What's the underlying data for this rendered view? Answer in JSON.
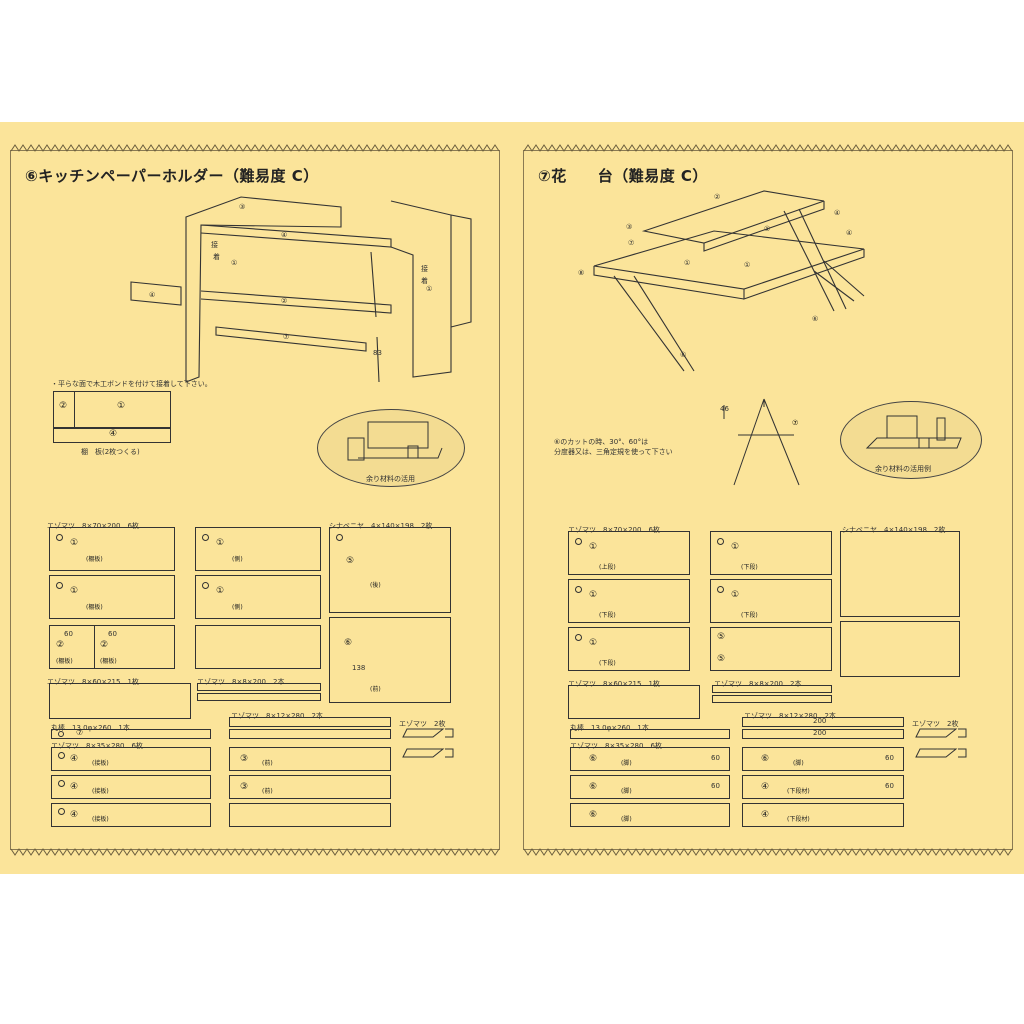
{
  "left": {
    "title": "⑥キッチンペーパーホルダー（難易度 C）",
    "note": "・平らな面で木工ボンドを付けて接着して下さい。",
    "sub_caption": "棚　板(2枚つくる)",
    "photo_caption": "余り材料の活用",
    "labels": {
      "ezomatsu_70": "エゾマツ　8×70×200　6枚",
      "shina": "シナベニヤ　4×140×198　2枚",
      "ezomatsu_60": "エゾマツ　8×60×215　1枚",
      "ezomatsu_8": "エゾマツ　8×8×200　2本",
      "ezomatsu_12": "エゾマツ　8×12×280　2本",
      "marubo": "丸棒　13.0φ×260　1本",
      "ezomatsu_35": "エゾマツ　8×35×280　6枚",
      "ezomatsu_2mai": "エゾマツ　2枚",
      "dim_60_a": "60",
      "dim_60_b": "60",
      "dim_138": "138",
      "dim_83": "83"
    },
    "cells": {
      "c1": {
        "num": "①",
        "lab": "(棚板)"
      },
      "c2": {
        "num": "①",
        "lab": "(側)"
      },
      "c3": {
        "num": "①",
        "lab": "(棚板)"
      },
      "c4": {
        "num": "①",
        "lab": "(側)"
      },
      "c5a": {
        "num": "②",
        "lab": "(棚板)"
      },
      "c5b": {
        "num": "②",
        "lab": "(棚板)"
      },
      "c6": {
        "num": "⑤",
        "lab": "(後)"
      },
      "c7": {
        "num": "⑥",
        "lab": "(前)"
      },
      "c8": {
        "num": "④",
        "lab": "(接板)"
      },
      "c9": {
        "num": "④",
        "lab": "(接板)"
      },
      "c10": {
        "num": "④",
        "lab": "(接板)"
      },
      "c11": {
        "num": "③",
        "lab": "(前)"
      },
      "c12": {
        "num": "③",
        "lab": "(前)"
      },
      "c13": {
        "num": "⑦",
        "lab": ""
      }
    }
  },
  "right": {
    "title": "⑦花　　台（難易度 C）",
    "note": "⑥のカットの時、30°、60°は\n分度器又は、三角定規を使って下さい",
    "photo_caption": "余り材料の活用例",
    "labels": {
      "ezomatsu_70": "エゾマツ　8×70×200　6枚",
      "shina": "シナベニヤ　4×140×198　2枚",
      "ezomatsu_60": "エゾマツ　8×60×215　1枚",
      "ezomatsu_8": "エゾマツ　8×8×200　2本",
      "ezomatsu_12": "エゾマツ　8×12×280　2本",
      "marubo": "丸棒　13.0φ×260　1本",
      "ezomatsu_35": "エゾマツ　8×35×280　6枚",
      "ezomatsu_2mai": "エゾマツ　2枚",
      "dim_46": "46",
      "dim_60_1": "60",
      "dim_60_2": "60",
      "dim_60_3": "60",
      "dim_60_4": "60",
      "dim_200_a": "200",
      "dim_200_b": "200"
    },
    "cells": {
      "r1": {
        "num": "①",
        "lab": "(上段)"
      },
      "r2": {
        "num": "①",
        "lab": "(下段)"
      },
      "r3": {
        "num": "①",
        "lab": "(下段)"
      },
      "r4": {
        "num": "①",
        "lab": "(下段)"
      },
      "r5": {
        "num": "①",
        "lab": "(下段)"
      },
      "r6": {
        "num": "⑤",
        "lab": ""
      },
      "r7": {
        "num": "⑥",
        "lab": "(脚)"
      },
      "r8": {
        "num": "⑥",
        "lab": "(脚)"
      },
      "r9": {
        "num": "⑥",
        "lab": "(脚)"
      },
      "r10": {
        "num": "⑥",
        "lab": "(脚)"
      },
      "r11": {
        "num": "④",
        "lab": "(下段材)"
      },
      "r12": {
        "num": "④",
        "lab": "(下段材)"
      }
    }
  }
}
